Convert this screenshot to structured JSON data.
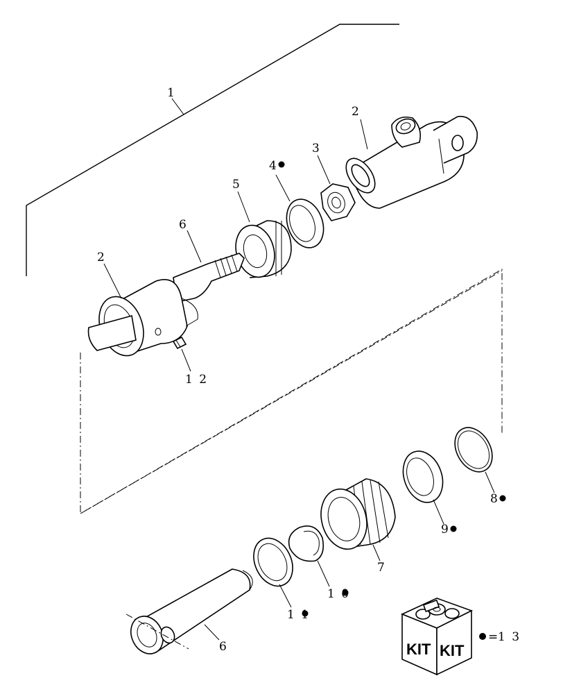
{
  "callouts": {
    "c1": "1",
    "c2_top": "2",
    "c3": "3",
    "c4": "4",
    "c5": "5",
    "c6_top": "6",
    "c2_left": "2",
    "c12": "1 2",
    "c8": "8",
    "c9": "9",
    "c7": "7",
    "c10": "1 0",
    "c11": "1 1",
    "c6_bottom": "6"
  },
  "kit": {
    "box_label_left": "KIT",
    "box_label_right": "KIT",
    "legend_equals": "=",
    "legend_ref": "1 3"
  }
}
